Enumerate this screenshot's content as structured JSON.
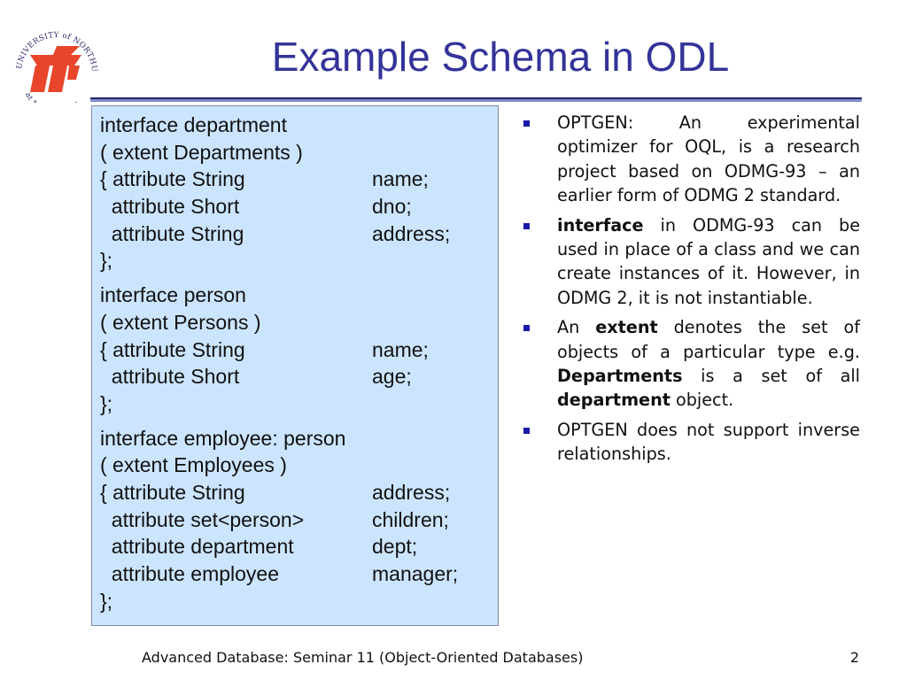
{
  "logo": {
    "top_text": "UNIVERSITY of NORTHUMBRIA",
    "bottom_text": "at NEWCASTLE"
  },
  "title": "Example Schema in ODL",
  "code_blocks": [
    {
      "header": [
        "interface department",
        "( extent Departments )"
      ],
      "attributes": [
        {
          "decl": "{ attribute String",
          "name": "name;"
        },
        {
          "decl": "  attribute Short",
          "name": "dno;"
        },
        {
          "decl": "  attribute String",
          "name": "address;"
        }
      ],
      "closing": "};"
    },
    {
      "header": [
        "interface person",
        "( extent Persons )"
      ],
      "attributes": [
        {
          "decl": "{ attribute String",
          "name": "name;"
        },
        {
          "decl": "  attribute Short",
          "name": "age;"
        }
      ],
      "closing": "};"
    },
    {
      "header": [
        "interface employee: person",
        "( extent Employees )"
      ],
      "attributes": [
        {
          "decl": "{ attribute String",
          "name": "address;"
        },
        {
          "decl": "  attribute set<person>",
          "name": "children;"
        },
        {
          "decl": "  attribute department",
          "name": "dept;"
        },
        {
          "decl": "  attribute employee",
          "name": "manager;"
        }
      ],
      "closing": "};"
    }
  ],
  "bullets": [
    {
      "segments": [
        {
          "text": "OPTGEN: An experimental optimizer for OQL, is a research project based on ODMG-93 – an earlier form of ODMG 2 standard.",
          "bold": false
        }
      ]
    },
    {
      "segments": [
        {
          "text": "interface",
          "bold": true
        },
        {
          "text": " in ODMG-93 can be used in place of a class and we can create instances of it. However, in ODMG 2, it is not instantiable.",
          "bold": false
        }
      ]
    },
    {
      "segments": [
        {
          "text": "An ",
          "bold": false
        },
        {
          "text": "extent",
          "bold": true
        },
        {
          "text": " denotes the set of objects of a particular type e.g. ",
          "bold": false
        },
        {
          "text": "Departments",
          "bold": true
        },
        {
          "text": " is a set of all ",
          "bold": false
        },
        {
          "text": "department",
          "bold": true
        },
        {
          "text": " object.",
          "bold": false
        }
      ]
    },
    {
      "segments": [
        {
          "text": "OPTGEN does not support inverse relationships.",
          "bold": false
        }
      ]
    }
  ],
  "footer": "Advanced Database: Seminar 11 (Object-Oriented Databases)",
  "page_number": "2",
  "colors": {
    "title": "#333399",
    "code_background": "#cce5ff",
    "bullet_marker": "#1a1aa8",
    "logo_red": "#e8452a",
    "logo_navy": "#2b2b6e"
  }
}
